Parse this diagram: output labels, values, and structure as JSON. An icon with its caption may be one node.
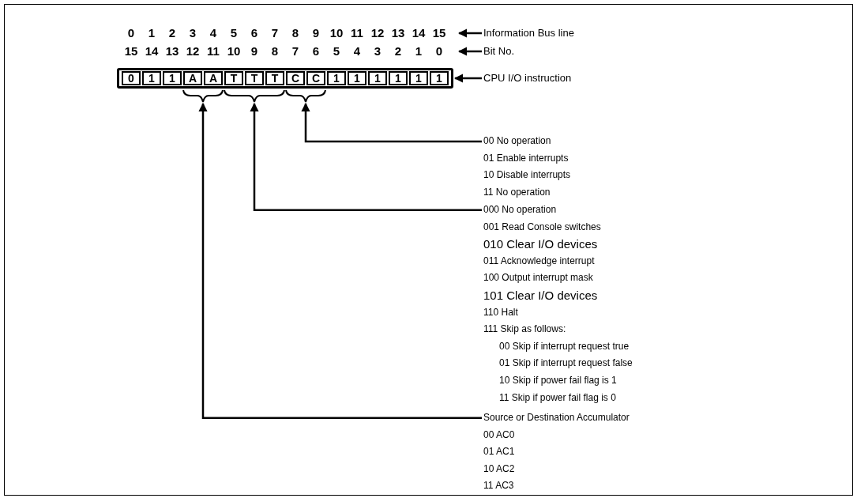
{
  "diagram": {
    "nodes": [
      {
        "text": [
          "Information Bus line"
        ]
      },
      {
        "text": [
          "Bit No."
        ]
      },
      {
        "text": [
          "CPU I/O instruction"
        ]
      },
      {
        "text": [],
        "shape": "box"
      },
      {
        "text": [
          "0"
        ],
        "in": 3
      },
      {
        "text": [
          "1"
        ],
        "in": 3
      },
      {
        "text": [
          "1"
        ],
        "in": 3
      },
      {
        "text": [
          "A"
        ],
        "in": 3
      },
      {
        "text": [
          "A"
        ],
        "in": 3
      },
      {
        "text": [
          "T"
        ],
        "in": 3
      },
      {
        "text": [
          "T"
        ],
        "in": 3
      },
      {
        "text": [
          "T"
        ],
        "in": 3
      },
      {
        "text": [
          "C"
        ],
        "in": 3
      },
      {
        "text": [
          "C"
        ],
        "in": 3
      },
      {
        "text": [
          "1"
        ],
        "in": 3
      },
      {
        "text": [
          "1"
        ],
        "in": 3
      },
      {
        "text": [
          "1"
        ],
        "in": 3
      },
      {
        "text": [
          "1"
        ],
        "in": 3
      },
      {
        "text": [
          "1"
        ],
        "in": 3
      },
      {
        "text": [
          "1"
        ],
        "in": 3
      },
      {
        "text": [],
        "shape": "brace"
      },
      {
        "text": [],
        "shape": "brace"
      },
      {
        "text": [],
        "shape": "brace"
      },
      {
        "text": [
          "00 No operation",
          "01 Enable interrupts",
          "10 Disable interrupts",
          "11 No operation"
        ]
      },
      {
        "text": [
          "000 No operation",
          "001 Read Console switches",
          "010 Clear I/O devices",
          "011 Acknowledge interrupt",
          "100 Output interrupt mask",
          "101 Clear I/O devices",
          "110 Halt",
          "111 Skip as follows:",
          "00 Skip if interrupt request true",
          "01 Skip if interrupt request false",
          "10 Skip if power fail flag is 1",
          "11 Skip if power fail flag is 0"
        ]
      },
      {
        "text": [
          "Source or Destination Accumulator",
          "00 AC0",
          "01 AC1",
          "10 AC2",
          "11 AC3"
        ]
      },
      {
        "text": [
          "0",
          "1",
          "2",
          "3",
          "4",
          "5",
          "6",
          "7",
          "8",
          "9",
          "10",
          "11",
          "12",
          "13",
          "14",
          "15"
        ]
      },
      {
        "text": [
          "15",
          "14",
          "13",
          "12",
          "11",
          "10",
          "9",
          "8",
          "7",
          "6",
          "5",
          "4",
          "3",
          "2",
          "1",
          "0"
        ]
      }
    ],
    "edges": [
      {
        "from": 0,
        "to": 26,
        "arrow": "to"
      },
      {
        "from": 1,
        "to": 27,
        "arrow": "to"
      },
      {
        "from": 2,
        "to": 3,
        "arrow": "to"
      },
      {
        "from": 23,
        "to": 22,
        "arrow": "to"
      },
      {
        "from": 24,
        "to": 21,
        "arrow": "to"
      },
      {
        "from": 25,
        "to": 20,
        "arrow": "to"
      }
    ]
  }
}
